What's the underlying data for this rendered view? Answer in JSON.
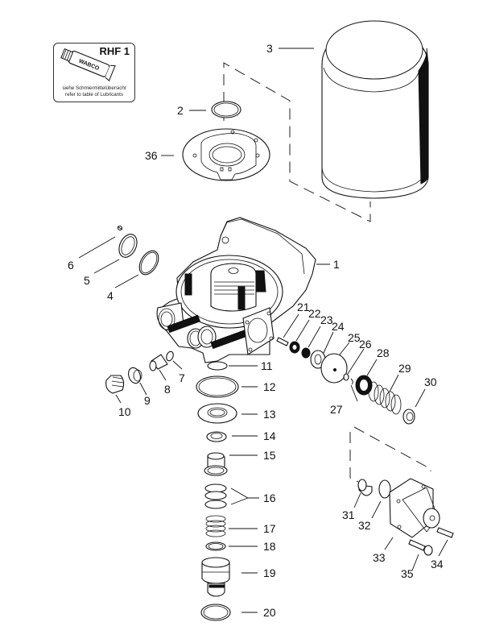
{
  "diagram": {
    "type": "exploded parts drawing",
    "subject": "air dryer cartridge valve assembly"
  },
  "lubricant_box": {
    "code": "RHF 1",
    "tube_brand": "WABCO",
    "note_de": "siehe Schmiermittelübersicht",
    "note_en": "refer to table of Lubricants",
    "icon": "lubricant-tube-icon"
  },
  "callouts": [
    {
      "id": "1",
      "label": "1"
    },
    {
      "id": "2",
      "label": "2"
    },
    {
      "id": "3",
      "label": "3"
    },
    {
      "id": "4",
      "label": "4"
    },
    {
      "id": "5",
      "label": "5"
    },
    {
      "id": "6",
      "label": "6"
    },
    {
      "id": "7",
      "label": "7"
    },
    {
      "id": "8",
      "label": "8"
    },
    {
      "id": "9",
      "label": "9"
    },
    {
      "id": "10",
      "label": "10"
    },
    {
      "id": "11",
      "label": "11"
    },
    {
      "id": "12",
      "label": "12"
    },
    {
      "id": "13",
      "label": "13"
    },
    {
      "id": "14",
      "label": "14"
    },
    {
      "id": "15",
      "label": "15"
    },
    {
      "id": "16",
      "label": "16"
    },
    {
      "id": "17",
      "label": "17"
    },
    {
      "id": "18",
      "label": "18"
    },
    {
      "id": "19",
      "label": "19"
    },
    {
      "id": "20",
      "label": "20"
    },
    {
      "id": "21",
      "label": "21"
    },
    {
      "id": "22",
      "label": "22"
    },
    {
      "id": "23",
      "label": "23"
    },
    {
      "id": "24",
      "label": "24"
    },
    {
      "id": "25",
      "label": "25"
    },
    {
      "id": "26",
      "label": "26"
    },
    {
      "id": "27",
      "label": "27"
    },
    {
      "id": "28",
      "label": "28"
    },
    {
      "id": "29",
      "label": "29"
    },
    {
      "id": "30",
      "label": "30"
    },
    {
      "id": "31",
      "label": "31"
    },
    {
      "id": "32",
      "label": "32"
    },
    {
      "id": "33",
      "label": "33"
    },
    {
      "id": "34",
      "label": "34"
    },
    {
      "id": "35",
      "label": "35"
    },
    {
      "id": "36",
      "label": "36"
    }
  ]
}
